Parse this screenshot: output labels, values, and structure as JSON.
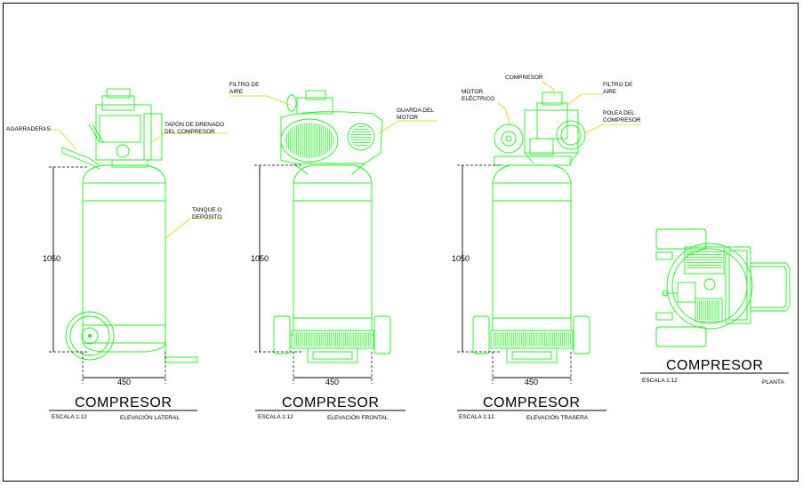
{
  "colors": {
    "equipment": "#22ee22",
    "leaders": "#d8d800",
    "text": "#000000",
    "background": "#ffffff"
  },
  "views": [
    {
      "title": "COMPRESOR",
      "scale": "ESCALA 1:12",
      "view": "ELEVACIÓN LATERAL",
      "dim_height": "1050",
      "dim_width": "450",
      "labels": {
        "handles": "AGARRADERAS",
        "drain_plug_1": "TAPÓN DE DRENADO",
        "drain_plug_2": "DEL COMPRESOR",
        "tank_1": "TANQUE O",
        "tank_2": "DEPÓSITO"
      }
    },
    {
      "title": "COMPRESOR",
      "scale": "ESCALA 1:12",
      "view": "ELEVACIÓN FRONTAL",
      "dim_height": "1050",
      "dim_width": "450",
      "labels": {
        "air_filter_1": "FILTRO DE",
        "air_filter_2": "AIRE",
        "motor_guard_1": "GUARDA DEL",
        "motor_guard_2": "MOTOR"
      }
    },
    {
      "title": "COMPRESOR",
      "scale": "ESCALA 1:12",
      "view": "ELEVACIÓN TRASERA",
      "dim_height": "1050",
      "dim_width": "450",
      "labels": {
        "compressor": "COMPRESOR",
        "electric_motor_1": "MOTOR",
        "electric_motor_2": "ELÉCTRICO",
        "air_filter_1": "FILTRO DE",
        "air_filter_2": "AIRE",
        "pulley_1": "POLEA DEL",
        "pulley_2": "COMPRESOR"
      }
    },
    {
      "title": "COMPRESOR",
      "scale": "ESCALA 1:12",
      "view": "PLANTA"
    }
  ]
}
